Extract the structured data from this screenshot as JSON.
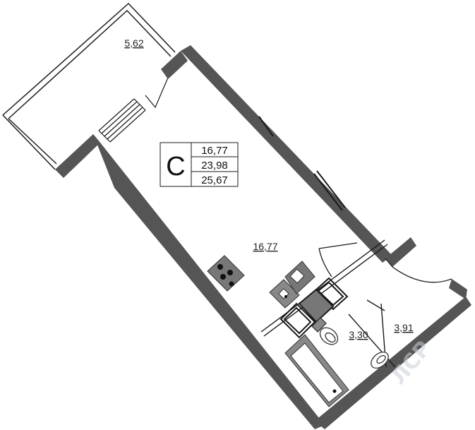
{
  "legend": {
    "type_letter": "С",
    "living_area": "16,77",
    "total_area": "23,98",
    "total_area_with_balcony": "25,67"
  },
  "rooms": {
    "balcony_area": "5,62",
    "living_room_area": "16,77",
    "bathroom_area": "3,30",
    "hallway_area": "3,91"
  },
  "colors": {
    "wall": "#555555",
    "line": "#1a1a1a",
    "background": "#ffffff"
  },
  "watermark": "ЛСР"
}
